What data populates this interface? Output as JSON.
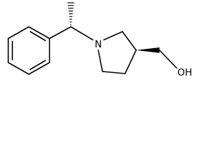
{
  "molecule": {
    "atoms": {
      "nitrogen": "N",
      "hydroxyl": "OH"
    },
    "stereo": {
      "benzylic_center": "hashed-wedge",
      "ring_center": "solid-wedge"
    }
  },
  "colors": {
    "bond": "#000000",
    "background": "#ffffff"
  }
}
